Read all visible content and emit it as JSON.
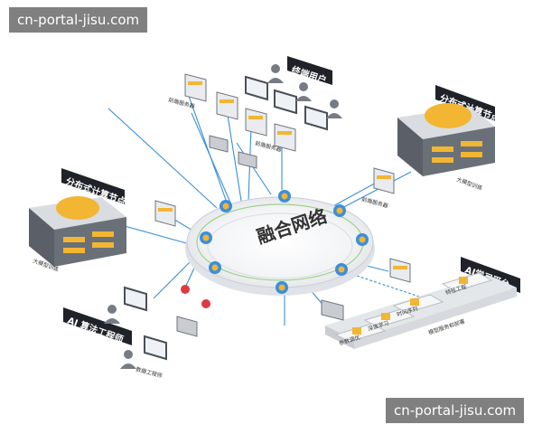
{
  "watermark": {
    "top": "cn-portal-jisu.com",
    "bottom": "cn-portal-jisu.com"
  },
  "hub": {
    "label": "融合网络"
  },
  "tags": {
    "terminal_users": "终端用户",
    "distributed_right": "分布式计算节点",
    "distributed_left": "分布式计算节点",
    "ai_engineer": "AI 算法工程师",
    "ai_platform": "AI学习平台"
  },
  "small_labels": {
    "edge_top": "前端服务器",
    "edge_mid": "前端服务器",
    "edge_right": "前端服务器",
    "model_train_right": "大模型训练",
    "model_train_left": "大模型训练",
    "data_engineer": "数据工程师"
  },
  "platform_items": [
    "特征工程",
    "时间序列",
    "深度学习",
    "参数调优"
  ],
  "platform_caption": "模型服务和部署",
  "colors": {
    "link": "#3a8fd6",
    "tag": "#1f2228",
    "gold": "#f2b632",
    "rack": "#5b6068"
  }
}
